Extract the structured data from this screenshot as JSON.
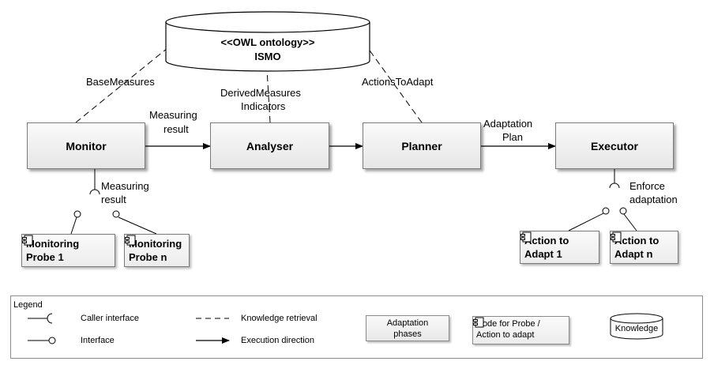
{
  "ontology": {
    "line1": "<<OWL ontology>>",
    "line2": "ISMO"
  },
  "phases": {
    "monitor": "Monitor",
    "analyser": "Analyser",
    "planner": "Planner",
    "executor": "Executor"
  },
  "edge_labels": {
    "base_measures": "BaseMeasures",
    "derived_measures": "DerivedMeasures",
    "indicators": "Indicators",
    "actions_to_adapt": "ActionsToAdapt",
    "measuring_result_l1": "Measuring",
    "measuring_result_l2": "result",
    "adaptation_plan_l1": "Adaptation",
    "adaptation_plan_l2": "Plan",
    "monitor_iface_l1": "Measuring",
    "monitor_iface_l2": "result",
    "executor_iface_l1": "Enforce",
    "executor_iface_l2": "adaptation"
  },
  "components": {
    "probe1_l1": "Monitoring",
    "probe1_l2": "Probe 1",
    "proben_l1": "Monitoring",
    "proben_l2": "Probe n",
    "adapt1_l1": "Action to",
    "adapt1_l2": "Adapt 1",
    "adaptn_l1": "Action to",
    "adaptn_l2": "Adapt n"
  },
  "legend": {
    "title": "Legend",
    "caller_interface": "Caller interface",
    "interface": "Interface",
    "knowledge_retrieval": "Knowledge retrieval",
    "execution_direction": "Execution direction",
    "phases_l1": "Adaptation",
    "phases_l2": "phases",
    "code_l1": "Code for Probe /",
    "code_l2": "Action to adapt",
    "knowledge": "Knowledge"
  },
  "colors": {
    "stroke": "#000000",
    "box_border": "#7a7a7a"
  }
}
